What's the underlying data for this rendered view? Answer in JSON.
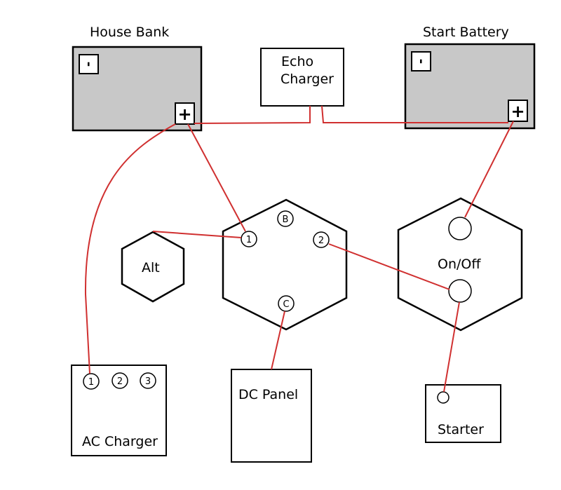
{
  "house_bank": {
    "label": "House Bank",
    "neg": "-",
    "pos": "+"
  },
  "start_battery": {
    "label": "Start Battery",
    "neg": "-",
    "pos": "+"
  },
  "echo_charger": {
    "line1": "Echo",
    "line2": "Charger"
  },
  "alternator": {
    "label": "Alt"
  },
  "selector_switch": {
    "t1": "1",
    "tB": "B",
    "t2": "2",
    "tC": "C"
  },
  "on_off_switch": {
    "label": "On/Off"
  },
  "ac_charger": {
    "label": "AC Charger",
    "t1": "1",
    "t2": "2",
    "t3": "3"
  },
  "dc_panel": {
    "label": "DC Panel"
  },
  "starter": {
    "label": "Starter"
  },
  "colors": {
    "wire": "#d03030",
    "battery_fill": "#c8c8c8",
    "outline": "#000000"
  }
}
